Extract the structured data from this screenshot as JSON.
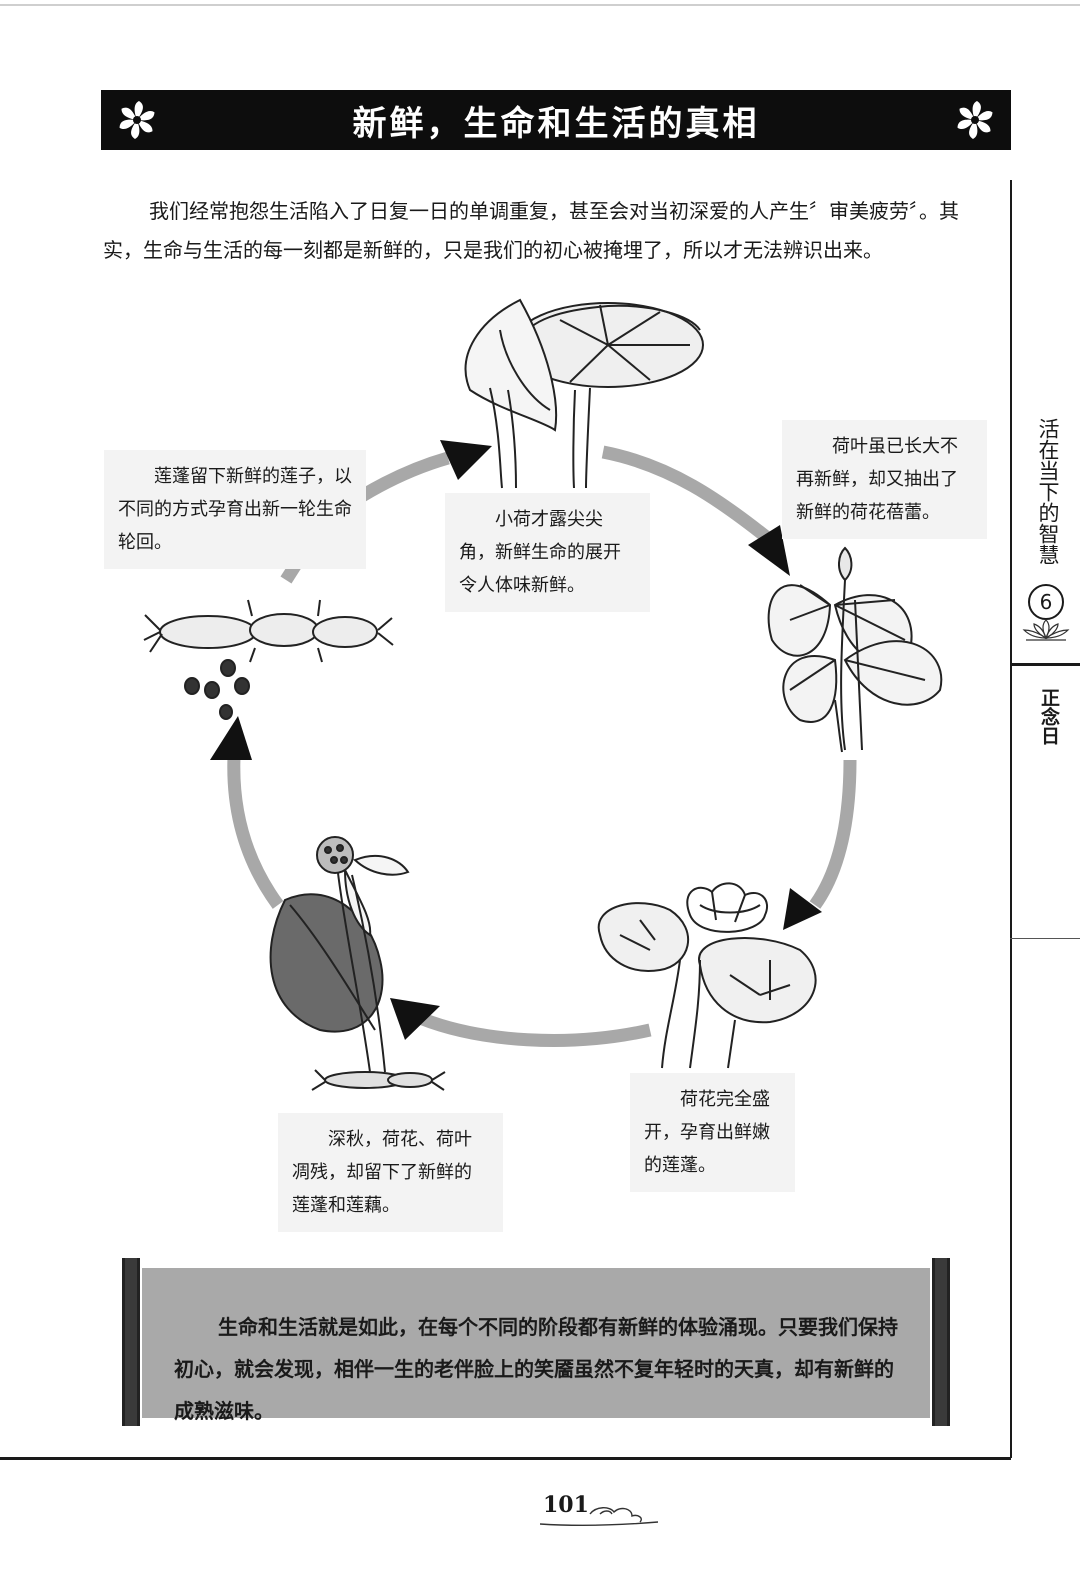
{
  "title": "新鲜，生命和生活的真相",
  "intro": "我们经常抱怨生活陷入了日复一日的单调重复，甚至会对当初深爱的人产生〞审美疲劳〞。其实，生命与生活的每一刻都是新鲜的，只是我们的初心被掩埋了，所以才无法辨识出来。",
  "diagram": {
    "stages": [
      {
        "caption": "小荷才露尖尖角，新鲜生命的展开令人体味新鲜。"
      },
      {
        "caption": "荷叶虽已长大不再新鲜，却又抽出了新鲜的荷花蓓蕾。"
      },
      {
        "caption": "荷花完全盛开，孕育出鲜嫩的莲蓬。"
      },
      {
        "caption": "深秋，荷花、荷叶凋残，却留下了新鲜的莲蓬和莲藕。"
      },
      {
        "caption": "莲蓬留下新鲜的莲子，以不同的方式孕育出新一轮生命轮回。"
      }
    ],
    "arrow_color": "#a8a8a8"
  },
  "summary": "生命和生活就是如此，在每个不同的阶段都有新鲜的体验涌现。只要我们保持初心，就会发现，相伴一生的老伴脸上的笑靥虽然不复年轻时的天真，却有新鲜的成熟滋味。",
  "sidebar": {
    "title": "活在当下的智慧",
    "number": "6",
    "subtitle": "正念日"
  },
  "page_number": "101"
}
